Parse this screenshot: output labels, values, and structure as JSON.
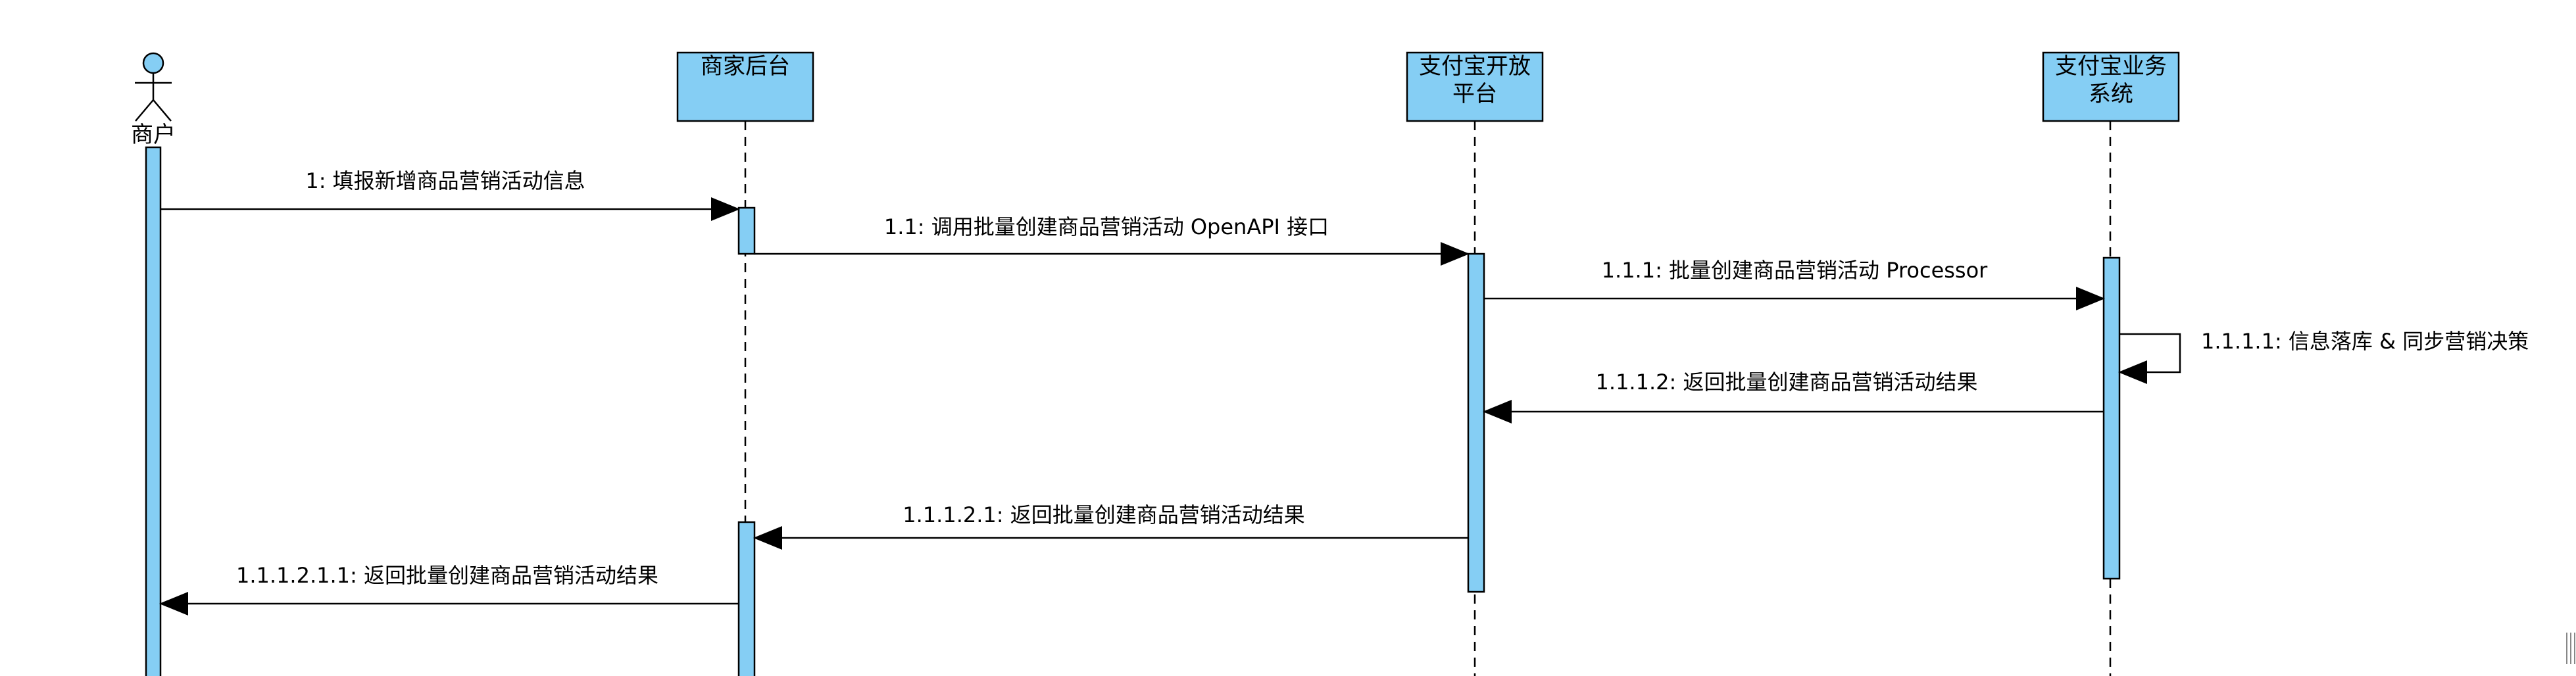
{
  "colors": {
    "fill": "#85CEF4",
    "stroke": "#000000",
    "background": "#ffffff"
  },
  "actor": {
    "label": "商户",
    "icon": "actor-stick-figure-icon"
  },
  "participants": [
    {
      "id": "merchant-backend",
      "lines": [
        "商家后台"
      ]
    },
    {
      "id": "alipay-open-platform",
      "lines": [
        "支付宝开放",
        "平台"
      ]
    },
    {
      "id": "alipay-business-system",
      "lines": [
        "支付宝业务",
        "系统"
      ]
    }
  ],
  "messages": [
    {
      "id": "m1",
      "label": "1: 填报新增商品营销活动信息"
    },
    {
      "id": "m2",
      "label": "1.1: 调用批量创建商品营销活动 OpenAPI 接口"
    },
    {
      "id": "m3",
      "label": "1.1.1: 批量创建商品营销活动 Processor"
    },
    {
      "id": "m4",
      "label": "1.1.1.1: 信息落库 & 同步营销决策"
    },
    {
      "id": "m5",
      "label": "1.1.1.2: 返回批量创建商品营销活动结果"
    },
    {
      "id": "m6",
      "label": "1.1.1.2.1: 返回批量创建商品营销活动结果"
    },
    {
      "id": "m7",
      "label": "1.1.1.2.1.1: 返回批量创建商品营销活动结果"
    }
  ]
}
